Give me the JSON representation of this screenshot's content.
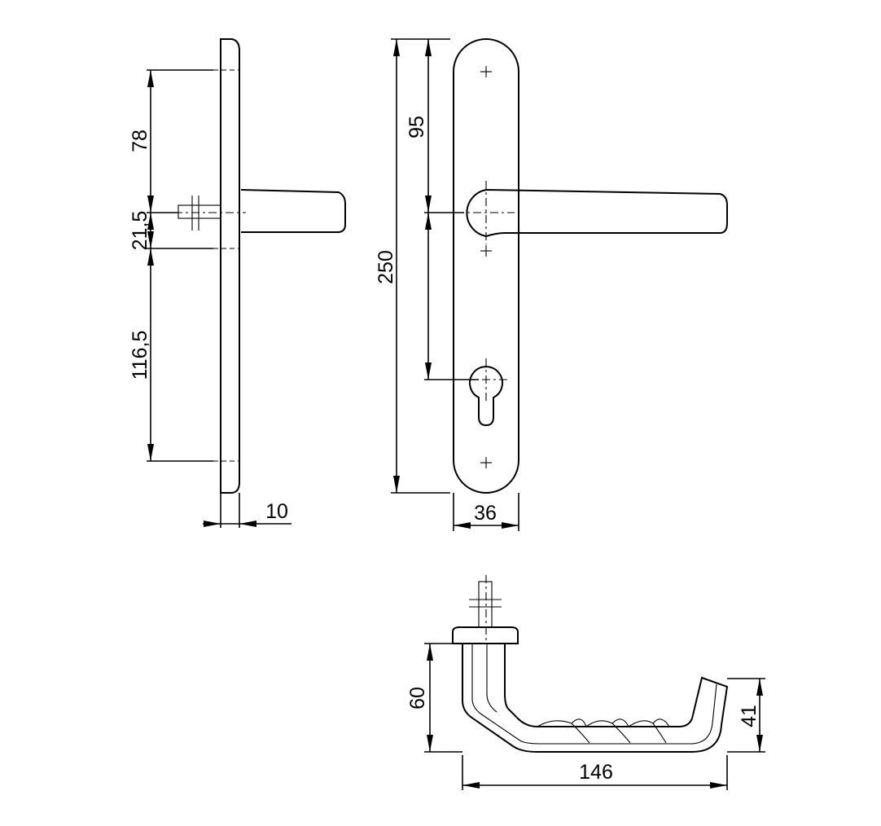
{
  "dimensions": {
    "side_top_offset": "78",
    "side_spindle_offset": "21,5",
    "side_bottom_offset": "116,5",
    "plate_thickness": "10",
    "plate_length": "250",
    "spindle_to_top": "95",
    "plate_width": "36",
    "handle_height": "60",
    "handle_length": "146",
    "grip_height": "41"
  }
}
